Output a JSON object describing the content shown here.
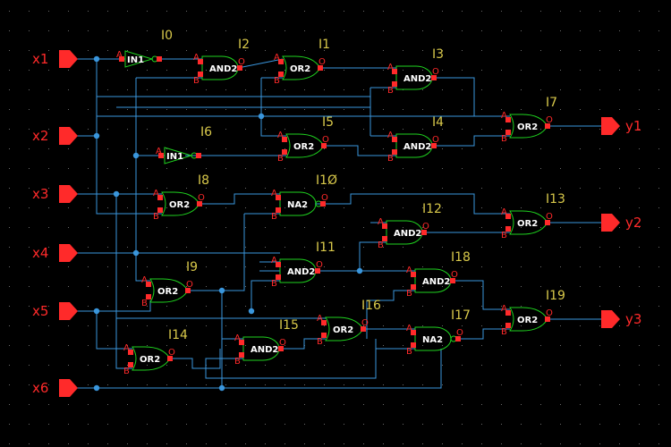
{
  "colors": {
    "background": "#000000",
    "grid": "#6b6b6b",
    "wire": "#3a96dc",
    "gate": "#1fd21f",
    "pin": "#ff2a2a",
    "instance_label": "#d8c84a",
    "gate_text": "#ffffff"
  },
  "inputs": [
    {
      "id": "x1",
      "label": "x1"
    },
    {
      "id": "x2",
      "label": "x2"
    },
    {
      "id": "x3",
      "label": "x3"
    },
    {
      "id": "x4",
      "label": "x4"
    },
    {
      "id": "x5",
      "label": "x5"
    },
    {
      "id": "x6",
      "label": "x6"
    }
  ],
  "outputs": [
    {
      "id": "y1",
      "label": "y1"
    },
    {
      "id": "y2",
      "label": "y2"
    },
    {
      "id": "y3",
      "label": "y3"
    }
  ],
  "gates": [
    {
      "id": "I0",
      "instance": "I0",
      "type": "IN1",
      "kind": "inv"
    },
    {
      "id": "I2",
      "instance": "I2",
      "type": "AND2",
      "kind": "and"
    },
    {
      "id": "I1",
      "instance": "I1",
      "type": "OR2",
      "kind": "or"
    },
    {
      "id": "I3",
      "instance": "I3",
      "type": "AND2",
      "kind": "and"
    },
    {
      "id": "I6",
      "instance": "I6",
      "type": "IN1",
      "kind": "inv"
    },
    {
      "id": "I5",
      "instance": "I5",
      "type": "OR2",
      "kind": "or"
    },
    {
      "id": "I4",
      "instance": "I4",
      "type": "AND2",
      "kind": "and"
    },
    {
      "id": "I7",
      "instance": "I7",
      "type": "OR2",
      "kind": "or"
    },
    {
      "id": "I8",
      "instance": "I8",
      "type": "OR2",
      "kind": "or"
    },
    {
      "id": "I10",
      "instance": "I1Ø",
      "type": "NA2",
      "kind": "nand"
    },
    {
      "id": "I13",
      "instance": "I13",
      "type": "OR2",
      "kind": "or"
    },
    {
      "id": "I12",
      "instance": "I12",
      "type": "AND2",
      "kind": "and"
    },
    {
      "id": "I11",
      "instance": "I11",
      "type": "AND2",
      "kind": "and"
    },
    {
      "id": "I9",
      "instance": "I9",
      "type": "OR2",
      "kind": "or"
    },
    {
      "id": "I18",
      "instance": "I18",
      "type": "AND2",
      "kind": "and"
    },
    {
      "id": "I19",
      "instance": "I19",
      "type": "OR2",
      "kind": "or"
    },
    {
      "id": "I16",
      "instance": "I16",
      "type": "OR2",
      "kind": "or"
    },
    {
      "id": "I17",
      "instance": "I17",
      "type": "NA2",
      "kind": "nand"
    },
    {
      "id": "I15",
      "instance": "I15",
      "type": "AND2",
      "kind": "and"
    },
    {
      "id": "I14",
      "instance": "I14",
      "type": "OR2",
      "kind": "or"
    }
  ],
  "pin_labels": {
    "a": "A",
    "b": "B",
    "out": "O"
  }
}
